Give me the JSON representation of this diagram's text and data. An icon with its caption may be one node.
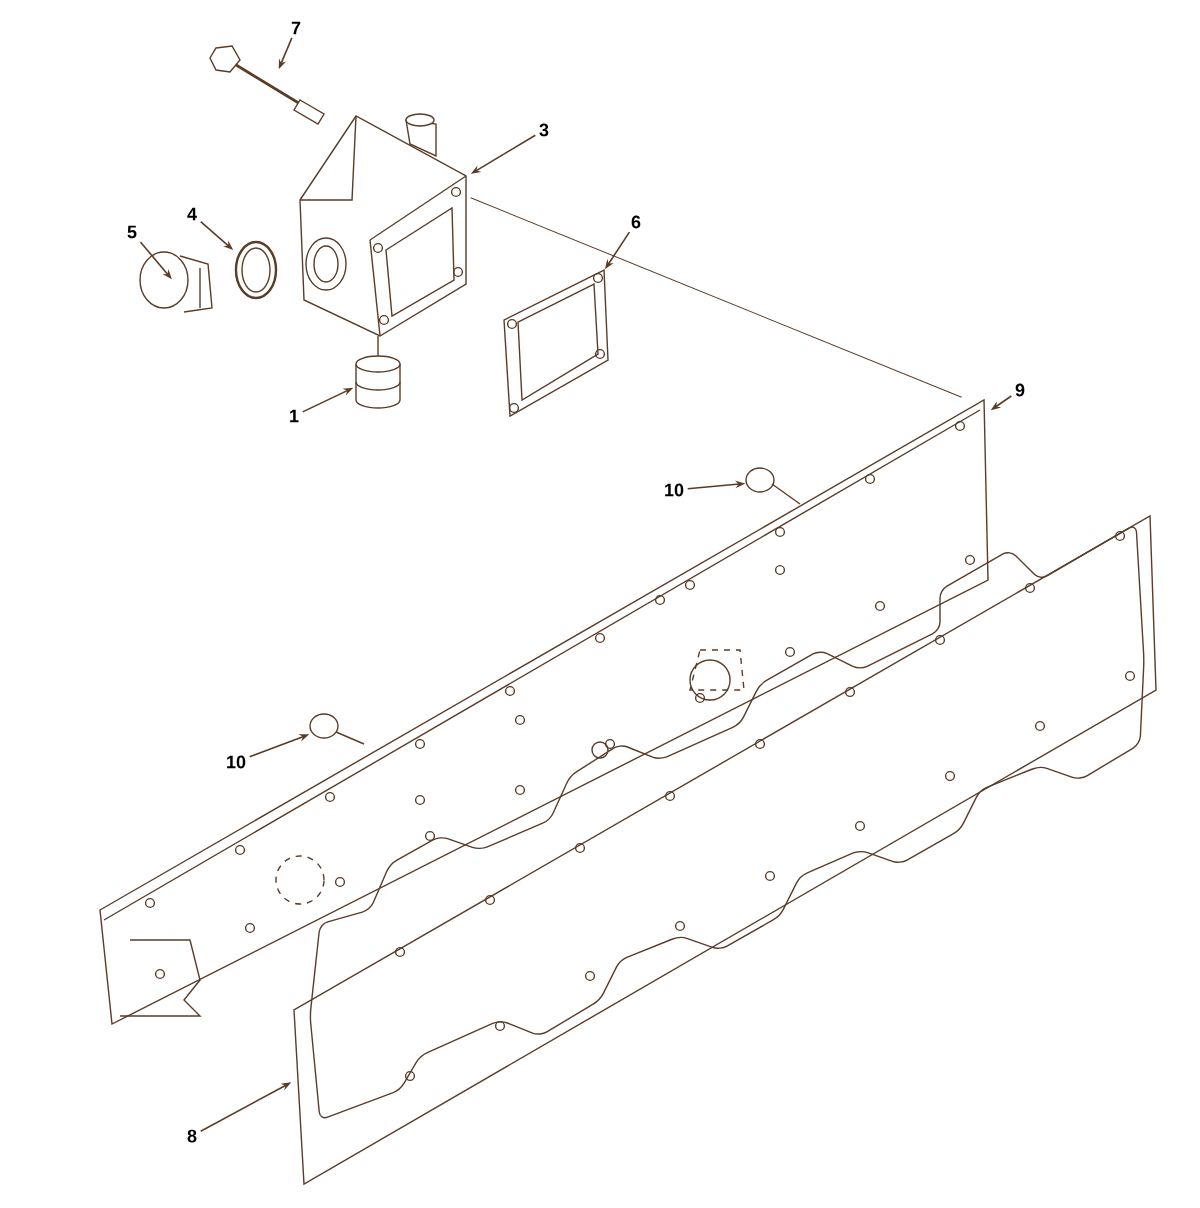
{
  "diagram": {
    "nodes": [
      {
        "text": [
          "7"
        ]
      },
      {
        "text": [],
        "shape": "picture"
      },
      {
        "text": [
          "3"
        ]
      },
      {
        "text": [],
        "shape": "picture"
      },
      {
        "text": [
          "4"
        ]
      },
      {
        "text": [],
        "shape": "picture"
      },
      {
        "text": [
          "5"
        ]
      },
      {
        "text": [],
        "shape": "picture"
      },
      {
        "text": [
          "6"
        ]
      },
      {
        "text": [],
        "shape": "picture"
      },
      {
        "text": [
          "1"
        ]
      },
      {
        "text": [],
        "shape": "picture"
      },
      {
        "text": [
          "9"
        ]
      },
      {
        "text": [],
        "shape": "picture"
      },
      {
        "text": [
          "10"
        ]
      },
      {
        "text": [],
        "shape": "picture"
      },
      {
        "text": [
          "10"
        ]
      },
      {
        "text": [],
        "shape": "picture"
      },
      {
        "text": [
          "8"
        ]
      },
      {
        "text": [],
        "shape": "picture"
      }
    ],
    "edges": [
      {
        "from": 0,
        "to": 1,
        "arrow": "to"
      },
      {
        "from": 2,
        "to": 3,
        "arrow": "to"
      },
      {
        "from": 4,
        "to": 5,
        "arrow": "to"
      },
      {
        "from": 6,
        "to": 7,
        "arrow": "to"
      },
      {
        "from": 8,
        "to": 9,
        "arrow": "to"
      },
      {
        "from": 10,
        "to": 11,
        "arrow": "to"
      },
      {
        "from": 12,
        "to": 13,
        "arrow": "to"
      },
      {
        "from": 14,
        "to": 15,
        "arrow": "to"
      },
      {
        "from": 16,
        "to": 17,
        "arrow": "to"
      },
      {
        "from": 18,
        "to": 19,
        "arrow": "to"
      },
      {
        "from": 3,
        "to": 13,
        "arrow": "none"
      }
    ]
  }
}
